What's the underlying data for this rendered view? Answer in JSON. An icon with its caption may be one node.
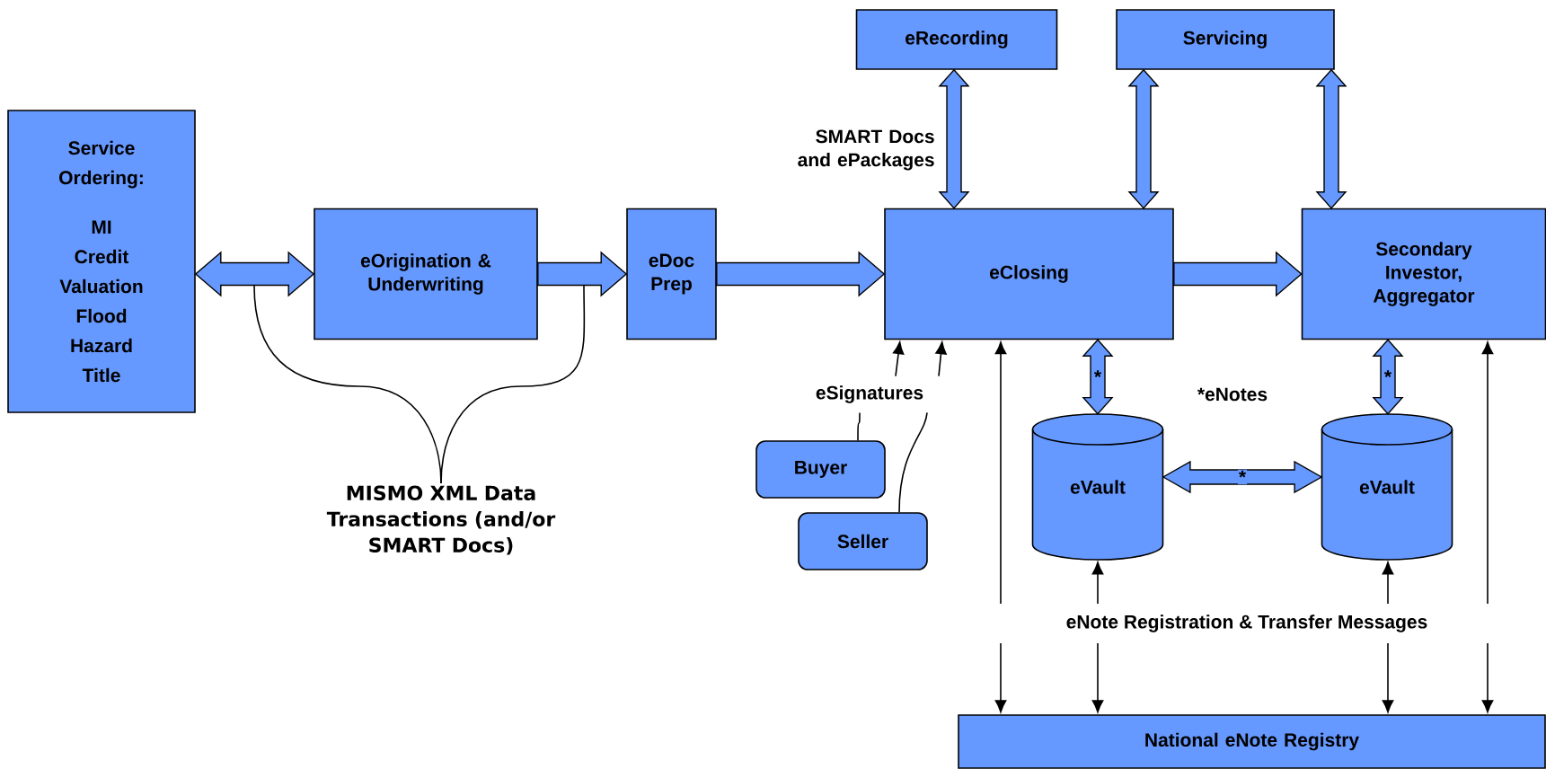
{
  "diagram": {
    "nodes": [
      {
        "text": [
          "Service Ordering:",
          "MI",
          "Credit",
          "Valuation",
          "Flood",
          "Hazard",
          "Title"
        ]
      },
      {
        "text": [
          "eOrigination & Underwriting"
        ]
      },
      {
        "text": [
          "eDoc Prep"
        ]
      },
      {
        "text": [
          "eRecording"
        ]
      },
      {
        "text": [
          "Servicing"
        ]
      },
      {
        "text": [
          "eClosing"
        ]
      },
      {
        "text": [
          "Secondary Investor, Aggregator"
        ]
      },
      {
        "text": [
          "eSignatures"
        ]
      },
      {
        "text": [
          "Buyer"
        ]
      },
      {
        "text": [
          "Seller"
        ]
      },
      {
        "text": [
          "eVault"
        ]
      },
      {
        "text": [
          "eVault"
        ]
      },
      {
        "text": [
          "MISMO XML Data Transactions (and/or SMART Docs)"
        ]
      },
      {
        "text": [
          "National eNote Registry"
        ]
      }
    ],
    "edges": [
      {
        "from": 0,
        "to": 1,
        "arrow": "both",
        "style": "thick"
      },
      {
        "from": 1,
        "to": 2,
        "arrow": "to",
        "style": "thick"
      },
      {
        "from": 2,
        "to": 5,
        "arrow": "to",
        "style": "thick"
      },
      {
        "from": 5,
        "to": 6,
        "arrow": "to",
        "style": "thick"
      },
      {
        "from": 3,
        "to": 5,
        "arrow": "both",
        "style": "thick",
        "label": "SMART Docs and ePackages"
      },
      {
        "from": 4,
        "to": 5,
        "arrow": "both",
        "style": "thick"
      },
      {
        "from": 4,
        "to": 6,
        "arrow": "both",
        "style": "thick"
      },
      {
        "from": 5,
        "to": 10,
        "arrow": "both",
        "style": "thick",
        "label": "*"
      },
      {
        "from": 6,
        "to": 11,
        "arrow": "both",
        "style": "thick",
        "label": "*"
      },
      {
        "from": 10,
        "to": 11,
        "arrow": "both",
        "style": "thick",
        "label": "*"
      },
      {
        "from": 8,
        "to": 7,
        "arrow": "none"
      },
      {
        "from": 9,
        "to": 7,
        "arrow": "none"
      },
      {
        "from": 7,
        "to": 5,
        "arrow": "to"
      },
      {
        "from": 7,
        "to": 5,
        "arrow": "to"
      },
      {
        "from": 12,
        "to": null,
        "arrow": "none"
      },
      {
        "from": 12,
        "to": null,
        "arrow": "none"
      },
      {
        "from": 13,
        "to": 5,
        "arrow": "both"
      },
      {
        "from": 13,
        "to": 10,
        "arrow": "both"
      },
      {
        "from": 13,
        "to": 11,
        "arrow": "both"
      },
      {
        "from": 13,
        "to": 6,
        "arrow": "both"
      }
    ],
    "labels": [
      "*eNotes",
      "eNote Registration & Transfer Messages"
    ]
  }
}
